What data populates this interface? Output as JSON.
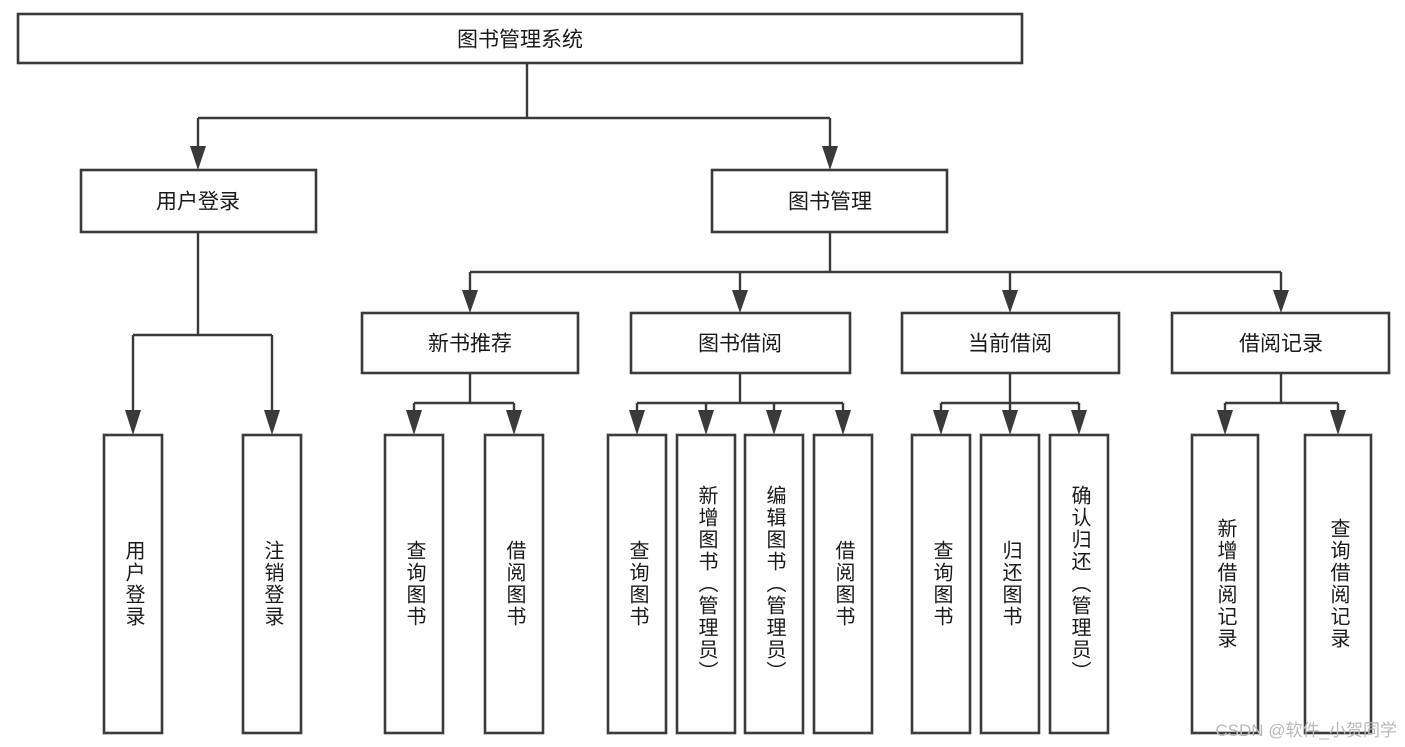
{
  "diagram": {
    "type": "tree",
    "title": "图书管理系统",
    "watermark": "CSDN @软件_小贺同学",
    "colors": {
      "stroke": "#3a3a3a",
      "fill": "#ffffff",
      "text": "#1a1a1a",
      "watermark": "#b9b9b9"
    },
    "root": {
      "label": "图书管理系统"
    },
    "level2": [
      {
        "label": "用户登录"
      },
      {
        "label": "图书管理"
      }
    ],
    "level3": [
      {
        "label": "新书推荐"
      },
      {
        "label": "图书借阅"
      },
      {
        "label": "当前借阅"
      },
      {
        "label": "借阅记录"
      }
    ],
    "leaves": {
      "user_login": [
        {
          "label": "用户登录"
        },
        {
          "label": "注销登录"
        }
      ],
      "new_book_recommend": [
        {
          "label": "查询图书"
        },
        {
          "label": "借阅图书"
        }
      ],
      "book_borrow": [
        {
          "label": "查询图书"
        },
        {
          "label": "新增图书（管理员）"
        },
        {
          "label": "编辑图书（管理员）"
        },
        {
          "label": "借阅图书"
        }
      ],
      "current_borrow": [
        {
          "label": "查询图书"
        },
        {
          "label": "归还图书"
        },
        {
          "label": "确认归还（管理员）"
        }
      ],
      "borrow_record": [
        {
          "label": "新增借阅记录"
        },
        {
          "label": "查询借阅记录"
        }
      ]
    }
  }
}
